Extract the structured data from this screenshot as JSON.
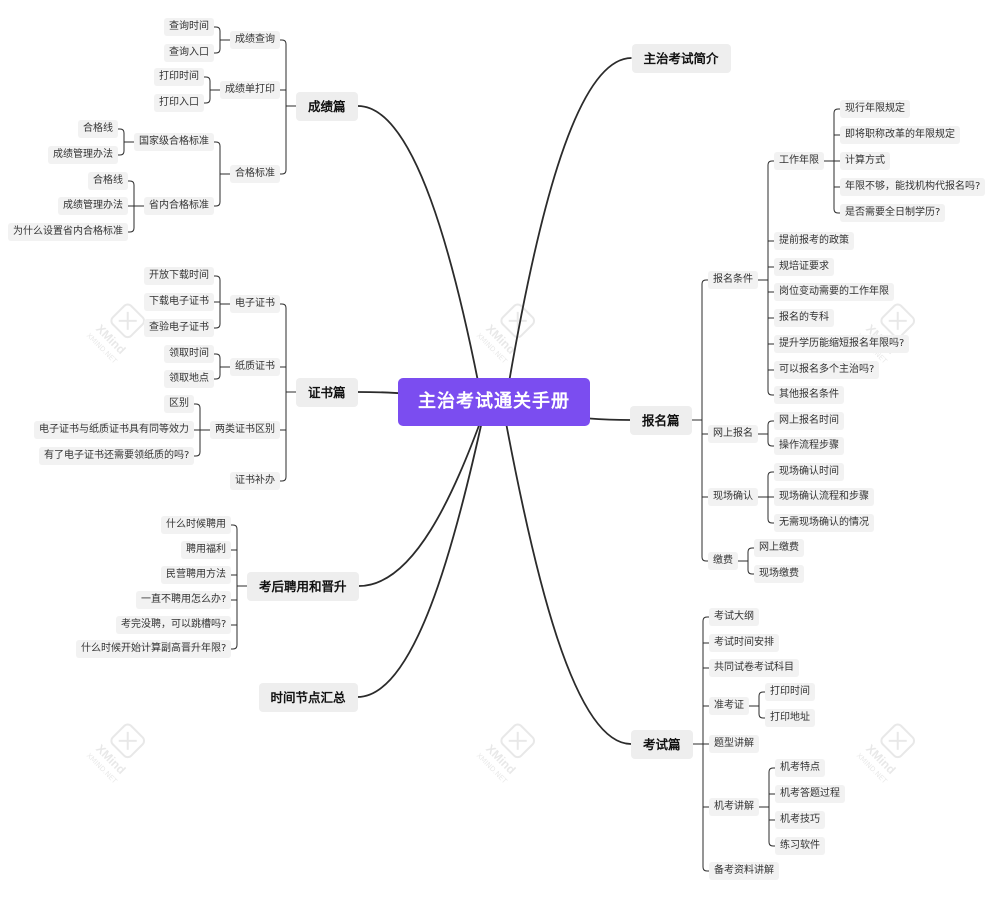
{
  "root": {
    "label": "主治考试通关手册"
  },
  "branches": [
    {
      "key": "chengji",
      "label": "成绩篇",
      "children": [
        {
          "label": "成绩查询",
          "children": [
            "查询时间",
            "查询入口"
          ]
        },
        {
          "label": "成绩单打印",
          "children": [
            "打印时间",
            "打印入口"
          ]
        },
        {
          "label": "合格标准",
          "children": [
            {
              "label": "国家级合格标准",
              "children": [
                "合格线",
                "成绩管理办法"
              ]
            },
            {
              "label": "省内合格标准",
              "children": [
                "合格线",
                "成绩管理办法",
                "为什么设置省内合格标准"
              ]
            }
          ]
        }
      ]
    },
    {
      "key": "zhengshu",
      "label": "证书篇",
      "children": [
        {
          "label": "电子证书",
          "children": [
            "开放下载时间",
            "下载电子证书",
            "查验电子证书"
          ]
        },
        {
          "label": "纸质证书",
          "children": [
            "领取时间",
            "领取地点"
          ]
        },
        {
          "label": "两类证书区别",
          "children": [
            "区别",
            "电子证书与纸质证书具有同等效力",
            "有了电子证书还需要领纸质的吗?"
          ]
        },
        {
          "label": "证书补办"
        }
      ]
    },
    {
      "key": "pinyong",
      "label": "考后聘用和晋升",
      "children": [
        "什么时候聘用",
        "聘用福利",
        "民营聘用方法",
        "一直不聘用怎么办?",
        "考完没聘，可以跳槽吗?",
        "什么时候开始计算副高晋升年限?"
      ]
    },
    {
      "key": "shijian",
      "label": "时间节点汇总"
    },
    {
      "key": "jianjie",
      "label": "主治考试简介"
    },
    {
      "key": "baoming",
      "label": "报名篇",
      "children": [
        {
          "label": "报名条件",
          "children": [
            {
              "label": "工作年限",
              "children": [
                "现行年限规定",
                "即将职称改革的年限规定",
                "计算方式",
                "年限不够，能找机构代报名吗?",
                "是否需要全日制学历?"
              ]
            },
            "提前报考的政策",
            "规培证要求",
            "岗位变动需要的工作年限",
            "报名的专科",
            "提升学历能缩短报名年限吗?",
            "可以报名多个主治吗?",
            "其他报名条件"
          ]
        },
        {
          "label": "网上报名",
          "children": [
            "网上报名时间",
            "操作流程步骤"
          ]
        },
        {
          "label": "现场确认",
          "children": [
            "现场确认时间",
            "现场确认流程和步骤",
            "无需现场确认的情况"
          ]
        },
        {
          "label": "缴费",
          "children": [
            "网上缴费",
            "现场缴费"
          ]
        }
      ]
    },
    {
      "key": "kaoshi",
      "label": "考试篇",
      "children": [
        "考试大纲",
        "考试时间安排",
        "共同试卷考试科目",
        {
          "label": "准考证",
          "children": [
            "打印时间",
            "打印地址"
          ]
        },
        "题型讲解",
        {
          "label": "机考讲解",
          "children": [
            "机考特点",
            "机考答题过程",
            "机考技巧",
            "练习软件"
          ]
        },
        "备考资料讲解"
      ]
    }
  ],
  "watermark": {
    "brand": "XMind",
    "sub": "XMIND.NET"
  }
}
